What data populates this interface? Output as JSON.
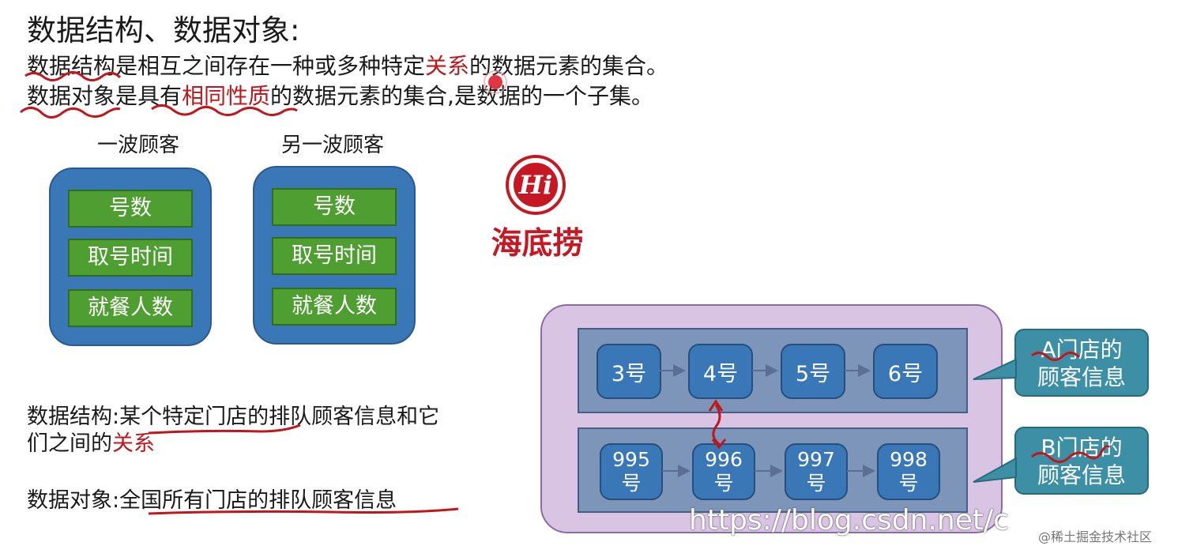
{
  "header": {
    "title": "数据结构、数据对象:",
    "line1": {
      "term": "数据结构",
      "part1": "是相互之间存在一种或多种特定",
      "highlight": "关系",
      "part2": "的数据元素的集合。"
    },
    "line2": {
      "term": "数据对象",
      "part1": "是具有",
      "highlight": "相同性质",
      "part2": "的数据元素的集合,是数据的一个子集。"
    }
  },
  "groups": [
    {
      "label": "一波顾客",
      "fields": [
        "号数",
        "取号时间",
        "就餐人数"
      ]
    },
    {
      "label": "另一波顾客",
      "fields": [
        "号数",
        "取号时间",
        "就餐人数"
      ]
    }
  ],
  "logo": {
    "mark": "Hi",
    "name": "海底捞"
  },
  "queues": {
    "a": {
      "nodes": [
        "3号",
        "4号",
        "5号",
        "6号"
      ],
      "callout": [
        "A门店的",
        "顾客信息"
      ]
    },
    "b": {
      "nodes": [
        [
          "995",
          "号"
        ],
        [
          "996",
          "号"
        ],
        [
          "997",
          "号"
        ],
        [
          "998",
          "号"
        ]
      ],
      "callout": [
        "B门店的",
        "顾客信息"
      ]
    }
  },
  "notes": {
    "structure": {
      "label": "数据结构:",
      "text1": "某个特定门店的排队顾客信息和它",
      "text2a": "们之间的",
      "text2b": "关系"
    },
    "object": {
      "label": "数据对象:",
      "text": "全国所有门店的排队顾客信息"
    }
  },
  "watermark": {
    "url": "https://blog.csdn.net/c",
    "community": "@稀土掘金技术社区"
  },
  "colors": {
    "accent_red": "#c0171d",
    "card_blue": "#3a77b6",
    "field_green": "#4f9e32",
    "panel_purple": "#d9c5e3",
    "callout_teal": "#3c8fa4"
  }
}
